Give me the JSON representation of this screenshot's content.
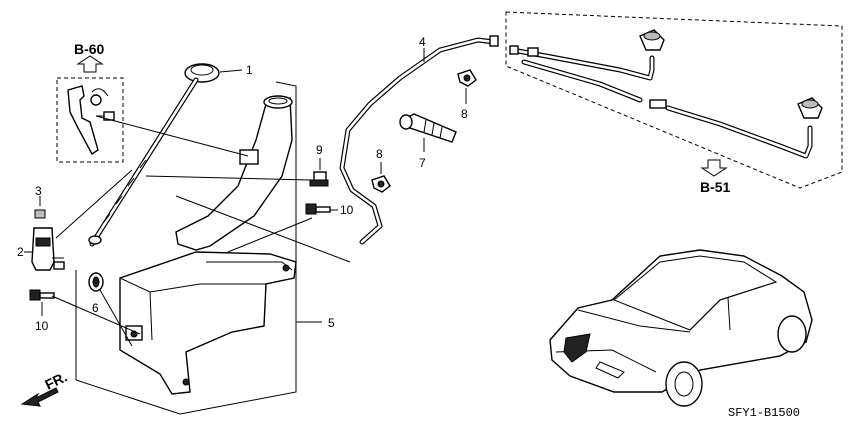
{
  "diagram": {
    "callouts": {
      "c1": "1",
      "c2": "2",
      "c3": "3",
      "c4": "4",
      "c5": "5",
      "c6": "6",
      "c7": "7",
      "c8a": "8",
      "c8b": "8",
      "c9": "9",
      "c10a": "10",
      "c10b": "10"
    },
    "refs": {
      "b60": "B-60",
      "b51": "B-51"
    },
    "front_label": "FR.",
    "diagram_code": "SFY1-B1500"
  }
}
